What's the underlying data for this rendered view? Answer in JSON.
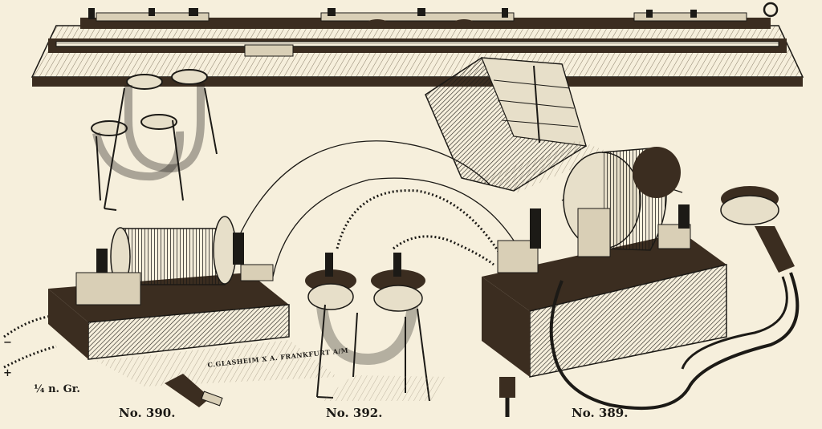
{
  "plate": {
    "colors": {
      "paper": "#f6efdc",
      "ink": "#1c1a16",
      "wood": "#3b2d20",
      "shade": "#8b7f6a"
    },
    "labels": {
      "no_390": "No. 390.",
      "no_392": "No. 392.",
      "no_389": "No. 389.",
      "quarter_gr": "¼ n. Gr.",
      "maker_stamp": "C.GLASHEIM X A. FRANKFURT A/M"
    },
    "signs": {
      "plus": "+",
      "minus": "−"
    }
  }
}
